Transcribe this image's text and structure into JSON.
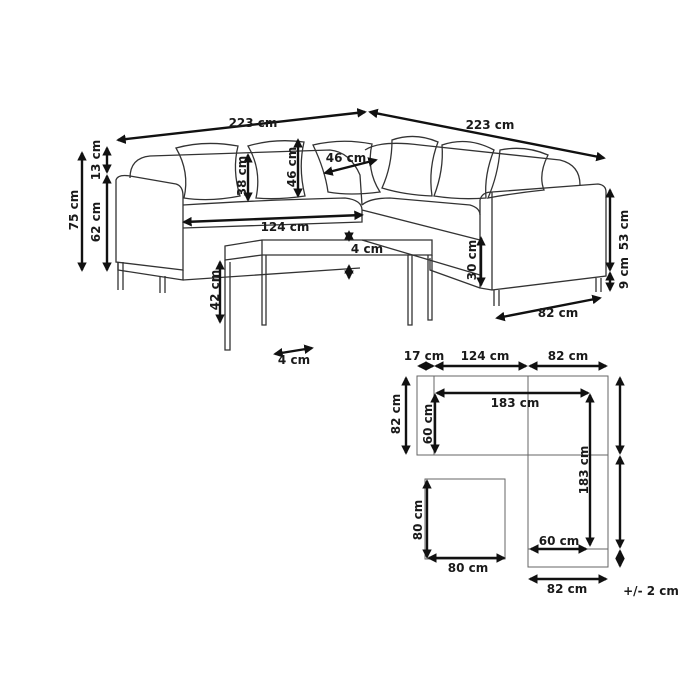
{
  "sofa_view": {
    "width_left": "223 cm",
    "width_right": "223 cm",
    "back_cushion_height": "13 cm",
    "total_height": "75 cm",
    "armrest_height_left": "62 cm",
    "pillow_height_small": "38 cm",
    "pillow_height_large": "46 cm",
    "pillow_width": "46 cm",
    "seat_width": "124 cm",
    "seat_height": "30 cm",
    "armrest_height_right": "53 cm",
    "leg_height": "9 cm",
    "depth": "82 cm"
  },
  "table_view": {
    "top_thickness": "4 cm",
    "height": "42 cm",
    "leg_width": "4 cm"
  },
  "floor_plan": {
    "arm_width": "17 cm",
    "seat_module_width": "124 cm",
    "corner_width": "82 cm",
    "depth_left": "82 cm",
    "seat_depth_left": "60 cm",
    "inner_length_top": "183 cm",
    "inner_length_right": "183 cm",
    "seat_depth_bottom": "60 cm",
    "table_depth": "80 cm",
    "table_width": "80 cm",
    "bottom_width": "82 cm"
  },
  "tolerance": "+/- 2 cm"
}
